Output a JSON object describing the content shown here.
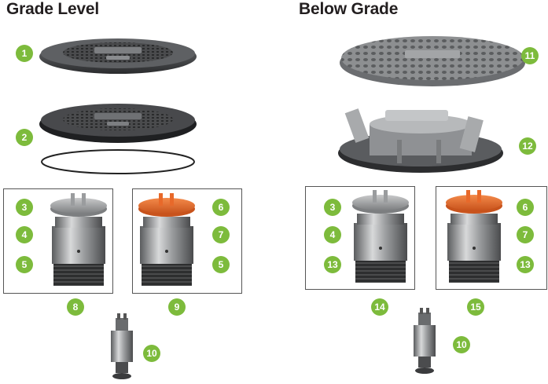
{
  "sections": {
    "left_title": "Grade Level",
    "right_title": "Below Grade"
  },
  "colors": {
    "badge": "#7dbb3c",
    "gray_cap": "#9a9c9e",
    "orange_cap": "#e8692a"
  },
  "badges": {
    "b1": "1",
    "b2": "2",
    "b3L": "3",
    "b4L": "4",
    "b5L": "5",
    "b6L": "6",
    "b7L": "7",
    "b5L2": "5",
    "b8": "8",
    "b9": "9",
    "b10L": "10",
    "b11": "11",
    "b12": "12",
    "b3R": "3",
    "b4R": "4",
    "b13R": "13",
    "b6R": "6",
    "b7R": "7",
    "b13R2": "13",
    "b14": "14",
    "b15": "15",
    "b10R": "10"
  },
  "icons": {
    "lid_grade": "manhole-lid-icon",
    "frame_grade": "manhole-frame-icon",
    "gasket": "o-ring-gasket-icon",
    "lid_below": "round-cover-icon",
    "frame_below": "hinged-frame-icon",
    "adapter": "threaded-adapter-icon",
    "valve": "valve-insert-icon"
  }
}
